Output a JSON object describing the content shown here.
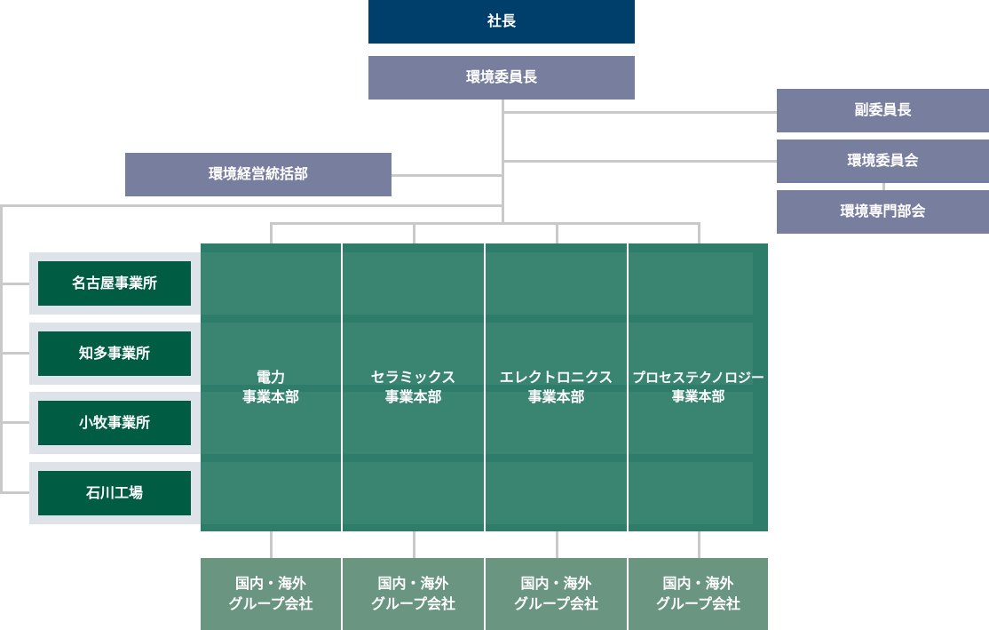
{
  "president": "社長",
  "env_chair": "環境委員長",
  "vice_chair": "副委員長",
  "env_committee": "環境委員会",
  "env_subcommittee": "環境専門部会",
  "env_mgmt_dept": "環境経営統括部",
  "sites": [
    "名古屋事業所",
    "知多事業所",
    "小牧事業所",
    "石川工場"
  ],
  "divisions": [
    {
      "line1": "電力",
      "line2": "事業本部"
    },
    {
      "line1": "セラミックス",
      "line2": "事業本部"
    },
    {
      "line1": "エレクトロニクス",
      "line2": "事業本部"
    },
    {
      "line1": "プロセステクノロジー",
      "line2": "事業本部"
    }
  ],
  "group_companies": [
    {
      "line1": "国内・海外",
      "line2": "グループ会社"
    },
    {
      "line1": "国内・海外",
      "line2": "グループ会社"
    },
    {
      "line1": "国内・海外",
      "line2": "グループ会社"
    },
    {
      "line1": "国内・海外",
      "line2": "グループ会社"
    }
  ]
}
